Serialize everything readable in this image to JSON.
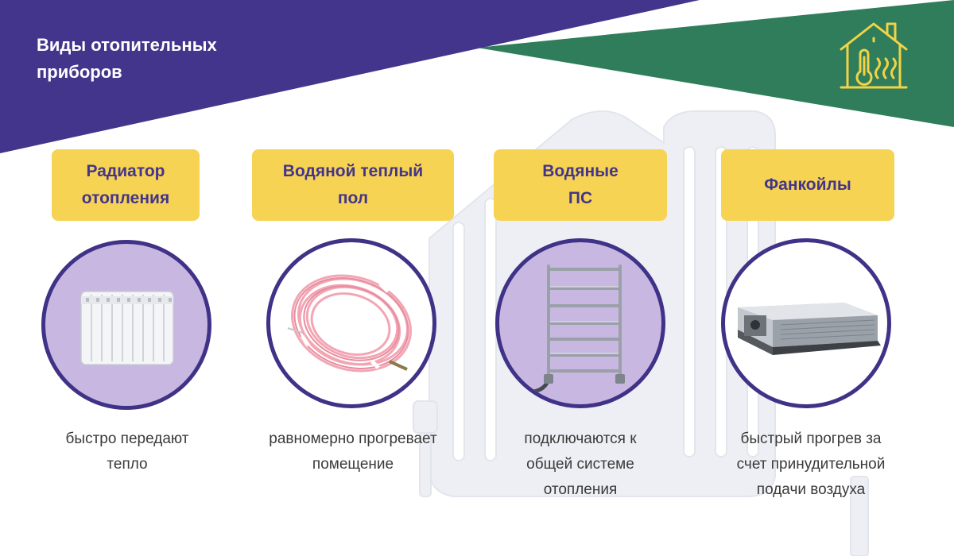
{
  "slide": {
    "title": "Виды отопительных приборов",
    "colors": {
      "purple": "#43358b",
      "green": "#2f7d5a",
      "yellow": "#f7d354",
      "lavender": "#c8b8e1",
      "text": "#3a3a3a"
    },
    "header_icon": "house-thermometer-heat-icon",
    "cards": [
      {
        "label_lines": [
          "Радиатор",
          "отопления"
        ],
        "image": "radiator-image",
        "description_lines": [
          "быстро передают",
          "тепло"
        ]
      },
      {
        "label_lines": [
          "Водяной теплый",
          "пол"
        ],
        "image": "pink-heating-pipe-coil-image",
        "description_lines": [
          "равномерно прогревает",
          "помещение"
        ]
      },
      {
        "label_lines": [
          "Водяные",
          "ПС"
        ],
        "image": "towel-rail-image",
        "description_lines": [
          "подключаются к",
          "общей системе",
          "отопления"
        ]
      },
      {
        "label_lines": [
          "Фанкойлы"
        ],
        "image": "fan-coil-unit-image",
        "description_lines": [
          "быстрый прогрев за",
          "счет принудительной",
          "подачи воздуха"
        ]
      }
    ]
  }
}
